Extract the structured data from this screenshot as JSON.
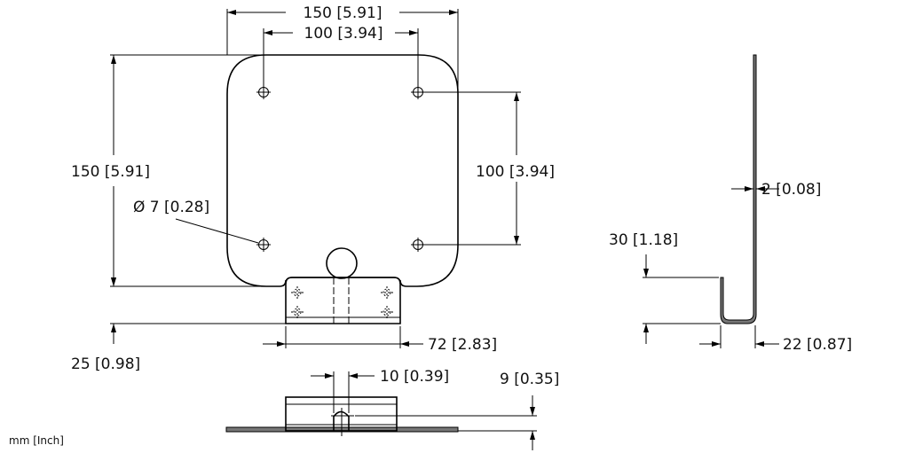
{
  "units_label": "mm [Inch]",
  "dimensions": {
    "overall_width": "150 [5.91]",
    "hole_spacing_horizontal": "100 [3.94]",
    "overall_height": "150 [5.91]",
    "hole_spacing_vertical": "100 [3.94]",
    "hole_diameter": "Ø 7 [0.28]",
    "tab_height": "25 [0.98]",
    "tab_width": "72 [2.83]",
    "slot_width": "10 [0.39]",
    "slot_height": "9 [0.35]",
    "thickness": "2 [0.08]",
    "hook_height": "30 [1.18]",
    "hook_depth": "22 [0.87]"
  }
}
